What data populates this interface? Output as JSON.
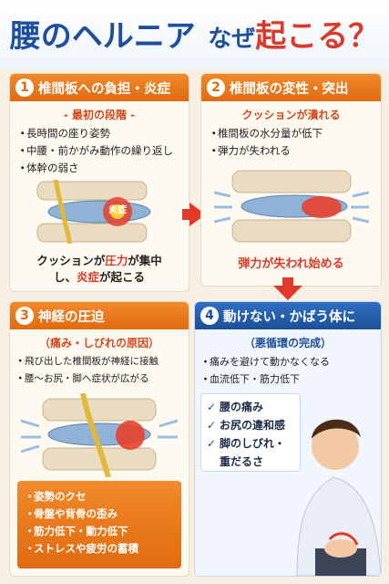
{
  "title": {
    "part1": "腰の",
    "part2": "ヘルニア",
    "part3": "なぜ",
    "part4": "起こる？"
  },
  "panels": [
    {
      "number": "1",
      "heading": "椎間板への負担・炎症",
      "subtitle": "- 最初の段階 -",
      "items": [
        "長時間の座り姿勢",
        "中腰・前かがみ動作の繰り返し",
        "体幹の弱さ"
      ],
      "image_label": "炎症",
      "caption_parts": [
        "クッションが",
        "圧力",
        "が集中",
        "し、",
        "炎症",
        "が起こる"
      ]
    },
    {
      "number": "2",
      "heading": "椎間板の変性・突出",
      "subtitle": "クッションが潰れる",
      "items": [
        "椎間板の水分量が低下",
        "弾力が失われる"
      ],
      "caption": "弾力が失われ始める"
    },
    {
      "number": "3",
      "heading": "神経の圧迫",
      "subtitle": "（痛み・しびれの原因）",
      "items": [
        "飛び出した椎間板が神経に接触",
        "腰〜お尻・脚へ症状が広がる"
      ],
      "causes": [
        "姿勢のクセ",
        "骨盤や背骨の歪み",
        "筋力低下・動力低下",
        "ストレスや疲労の蓄積"
      ]
    },
    {
      "number": "4",
      "heading": "動けない・かばう体に",
      "subtitle": "（悪循環の完成）",
      "items": [
        "痛みを避けて動かなくなる",
        "血流低下・筋力低下"
      ],
      "symptoms": [
        "腰の痛み",
        "お尻の違和感",
        "脚のしびれ・",
        "重だるさ"
      ]
    }
  ],
  "colors": {
    "orange": "#e16a10",
    "blue": "#1d4f98",
    "red": "#d93a2a",
    "background": "#f7efe2"
  }
}
